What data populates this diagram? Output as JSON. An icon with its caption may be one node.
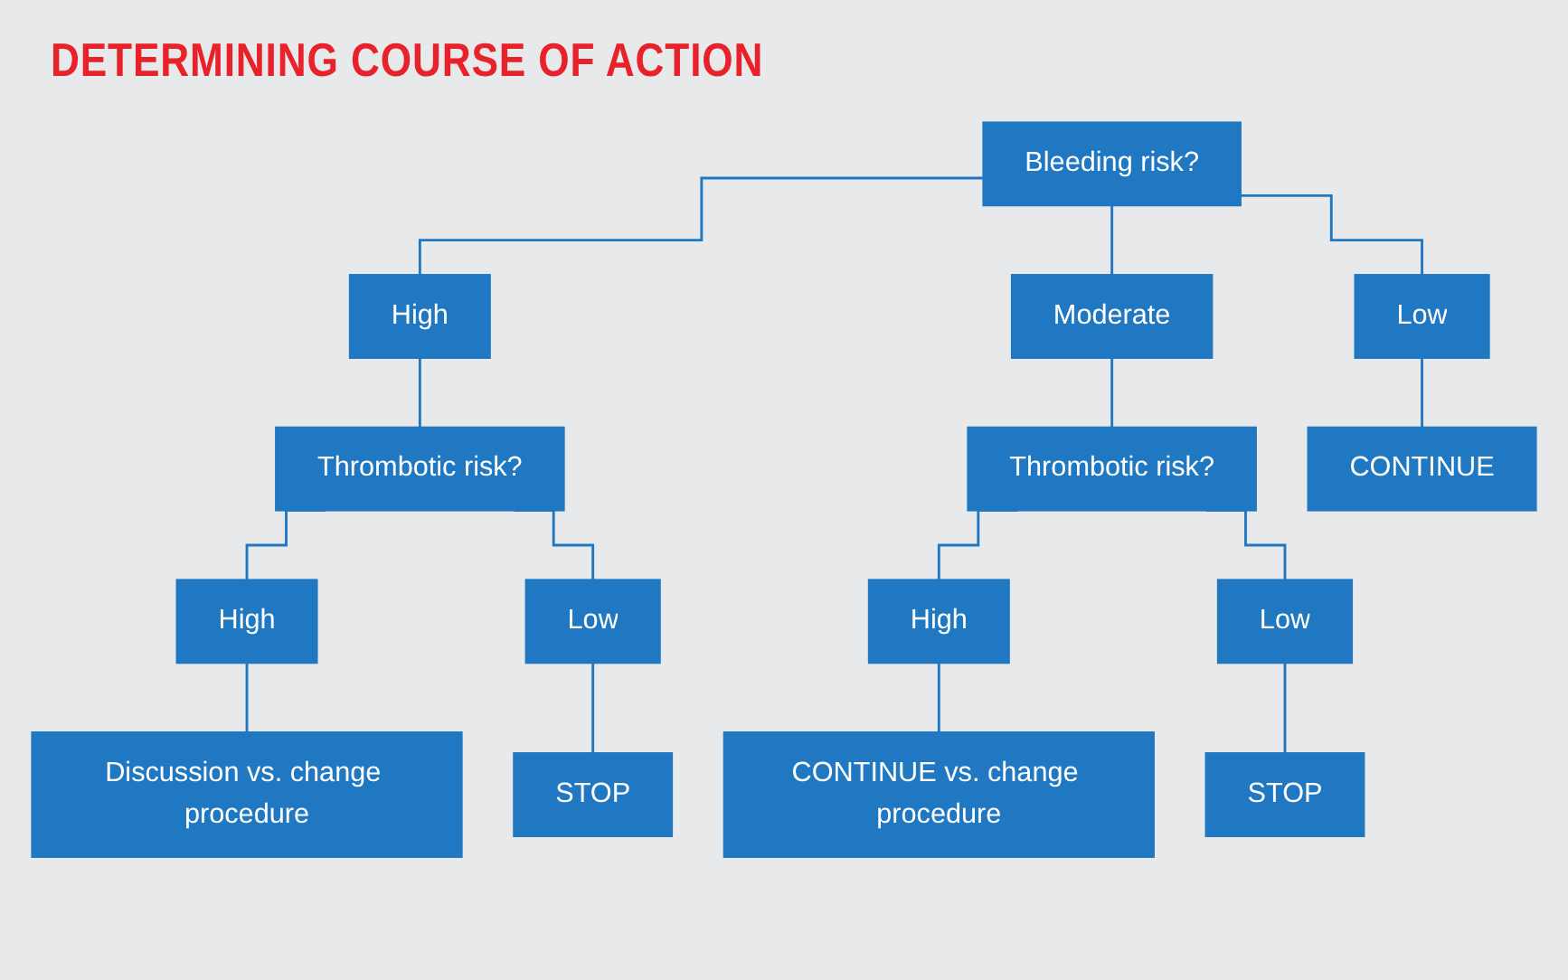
{
  "diagram": {
    "title": "DETERMINING COURSE OF ACTION",
    "nodes": [
      {
        "text": [
          "Bleeding risk?"
        ]
      },
      {
        "text": [
          "High"
        ]
      },
      {
        "text": [
          "Moderate"
        ]
      },
      {
        "text": [
          "Low"
        ]
      },
      {
        "text": [
          "Thrombotic risk?"
        ]
      },
      {
        "text": [
          "Thrombotic risk?"
        ]
      },
      {
        "text": [
          "CONTINUE"
        ]
      },
      {
        "text": [
          "High"
        ]
      },
      {
        "text": [
          "Low"
        ]
      },
      {
        "text": [
          "High"
        ]
      },
      {
        "text": [
          "Low"
        ]
      },
      {
        "text": [
          "Discussion vs. change procedure"
        ]
      },
      {
        "text": [
          "STOP"
        ]
      },
      {
        "text": [
          "CONTINUE vs. change procedure"
        ]
      },
      {
        "text": [
          "STOP"
        ]
      }
    ],
    "edges": [
      {
        "from": 0,
        "to": 1,
        "arrow": "none"
      },
      {
        "from": 0,
        "to": 2,
        "arrow": "none"
      },
      {
        "from": 0,
        "to": 3,
        "arrow": "none"
      },
      {
        "from": 1,
        "to": 4,
        "arrow": "none"
      },
      {
        "from": 2,
        "to": 5,
        "arrow": "none"
      },
      {
        "from": 3,
        "to": 6,
        "arrow": "none"
      },
      {
        "from": 4,
        "to": 7,
        "arrow": "none"
      },
      {
        "from": 4,
        "to": 8,
        "arrow": "none"
      },
      {
        "from": 5,
        "to": 9,
        "arrow": "none"
      },
      {
        "from": 5,
        "to": 10,
        "arrow": "none"
      },
      {
        "from": 7,
        "to": 11,
        "arrow": "none"
      },
      {
        "from": 8,
        "to": 12,
        "arrow": "none"
      },
      {
        "from": 9,
        "to": 13,
        "arrow": "none"
      },
      {
        "from": 10,
        "to": 14,
        "arrow": "none"
      }
    ]
  }
}
